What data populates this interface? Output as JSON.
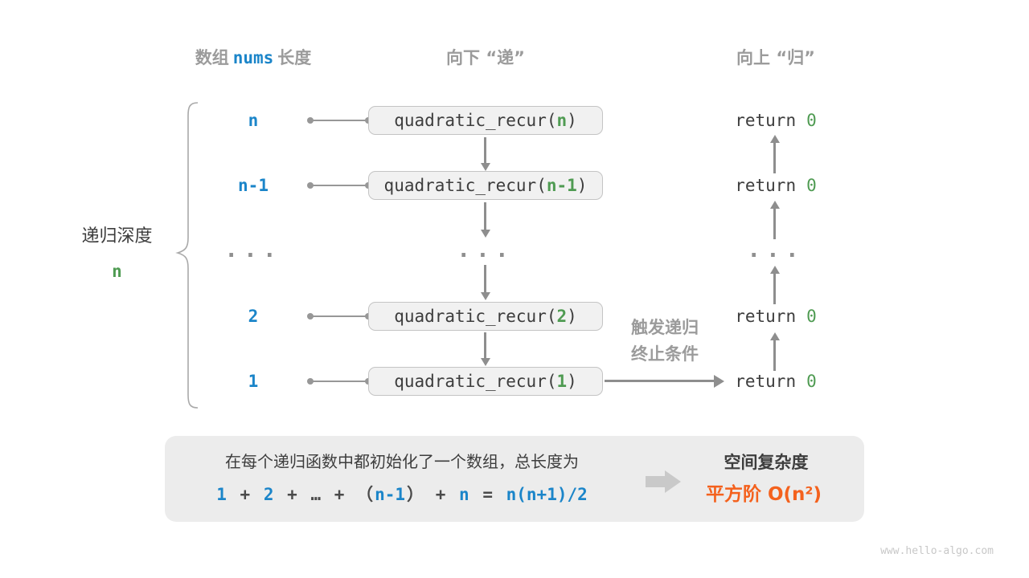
{
  "headers": {
    "left_prefix": "数组",
    "left_code": "nums",
    "left_suffix": "长度",
    "center": "向下 “递”",
    "right": "向上 “归”"
  },
  "depth_brace": {
    "label": "递归深度",
    "value": "n"
  },
  "rows": [
    {
      "size": "n",
      "call_open": "quadratic_recur(",
      "arg": "n",
      "call_close": ")",
      "return_kw": "return",
      "return_val": "0"
    },
    {
      "size": "n-1",
      "call_open": "quadratic_recur(",
      "arg": "n-1",
      "call_close": ")",
      "return_kw": "return",
      "return_val": "0"
    },
    {
      "ellipsis": "..."
    },
    {
      "size": "2",
      "call_open": "quadratic_recur(",
      "arg": "2",
      "call_close": ")",
      "return_kw": "return",
      "return_val": "0"
    },
    {
      "size": "1",
      "call_open": "quadratic_recur(",
      "arg": "1",
      "call_close": ")",
      "return_kw": "return",
      "return_val": "0"
    }
  ],
  "trigger": {
    "line1": "触发递归",
    "line2": "终止条件"
  },
  "summary": {
    "line1": "在每个递归函数中都初始化了一个数组，总长度为",
    "formula": {
      "t1": "1",
      "op1": "+",
      "t2": "2",
      "op2": "+",
      "dots": "…",
      "op3": "+",
      "lparen": "（",
      "t3": "n-1",
      "rparen": "）",
      "op4": "+",
      "t4": "n",
      "eq": "=",
      "result": "n(n+1)/2"
    },
    "complexity_title": "空间复杂度",
    "complexity_value": "平方阶 O(n²)"
  },
  "watermark": "www.hello-algo.com",
  "colors": {
    "blue": "#1b85c9",
    "green": "#4f9b52",
    "orange": "#f4611d",
    "gray_label": "#9b9b9b",
    "dark_text": "#3d3d3d",
    "arrow_gray": "#8e8e8e",
    "box_fill": "#f1f1f1",
    "box_border": "#c4c4c4",
    "panel_fill": "#ececec"
  }
}
